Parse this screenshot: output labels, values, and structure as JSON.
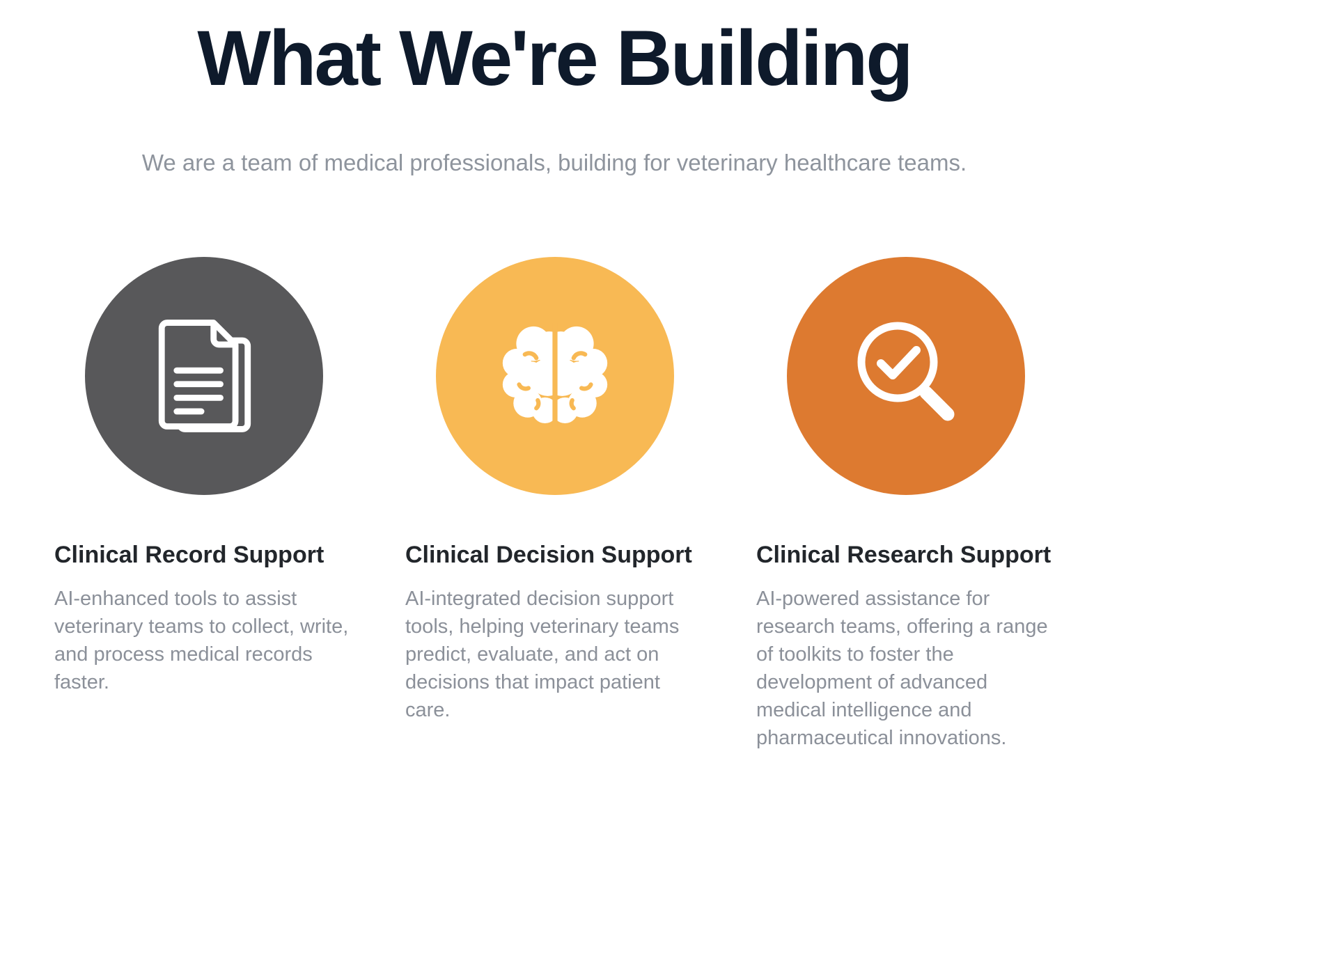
{
  "section": {
    "title": "What We're Building",
    "subtitle": "We are a team of medical professionals, building for veterinary healthcare teams."
  },
  "cards": [
    {
      "title": "Clinical Record Support",
      "description": "AI-enhanced tools to assist veterinary teams to collect, write, and process medical records faster.",
      "icon": "document-icon",
      "circle_color": "#58585a"
    },
    {
      "title": "Clinical Decision Support",
      "description": "AI-integrated decision support tools, helping veterinary teams predict, evaluate, and act on decisions that impact patient care.",
      "icon": "brain-icon",
      "circle_color": "#f8b954"
    },
    {
      "title": "Clinical Research Support",
      "description": "AI-powered assistance for research teams, offering a range of toolkits to foster the development of advanced medical intelligence and pharmaceutical innovations.",
      "icon": "magnifier-check-icon",
      "circle_color": "#dd7a30"
    }
  ],
  "colors": {
    "heading": "#0e1a2b",
    "subtitle": "#8e949d",
    "card_title": "#22262b",
    "card_body": "#8b9099"
  }
}
